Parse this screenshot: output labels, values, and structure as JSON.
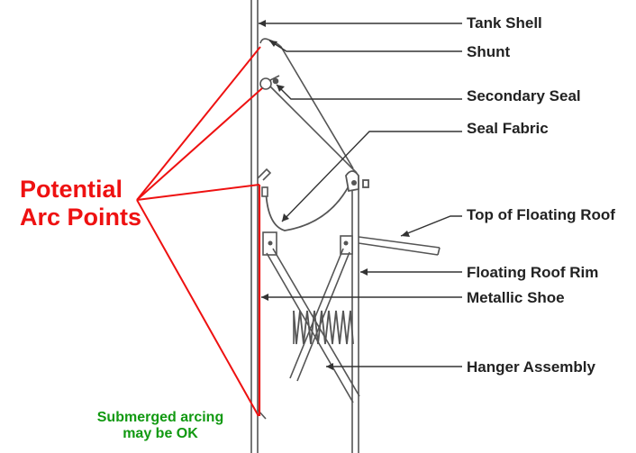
{
  "labels": {
    "tank_shell": "Tank Shell",
    "shunt": "Shunt",
    "secondary_seal": "Secondary Seal",
    "seal_fabric": "Seal Fabric",
    "top_of_floating_roof": "Top of Floating Roof",
    "floating_roof_rim": "Floating Roof Rim",
    "metallic_shoe": "Metallic Shoe",
    "hanger_assembly": "Hanger Assembly"
  },
  "callout": {
    "line1": "Potential",
    "line2": "Arc Points"
  },
  "note": {
    "line1": "Submerged arcing",
    "line2": "may be OK"
  },
  "colors": {
    "drawing": "#555555",
    "highlight_red": "#ee1111",
    "note_green": "#119911",
    "label_text": "#222222"
  }
}
